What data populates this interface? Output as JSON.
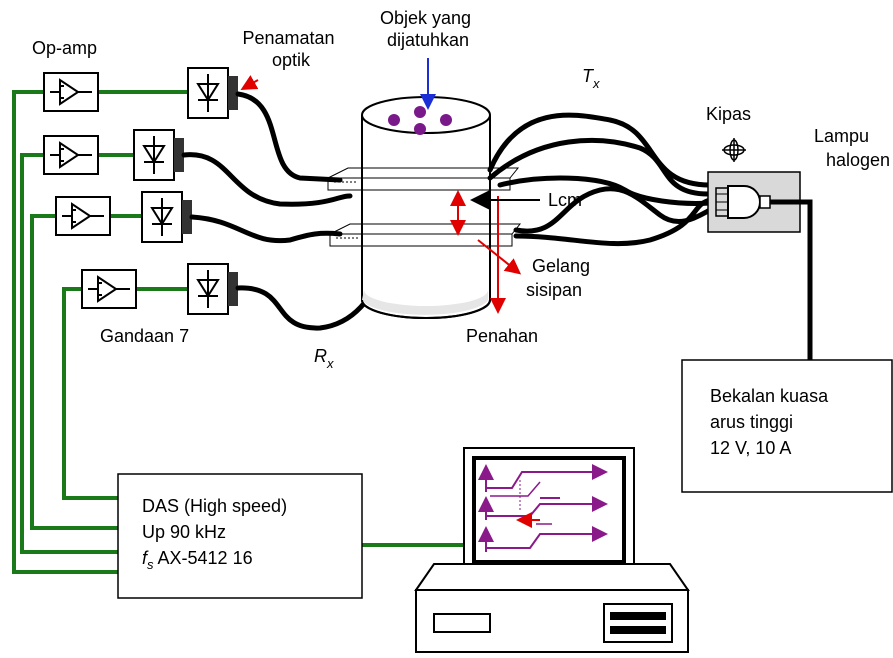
{
  "labels": {
    "op_amp": "Op-amp",
    "optical_detector": [
      "Penamatan",
      "optik"
    ],
    "dropped_object": [
      "Objek yang",
      "dijatuhkan"
    ],
    "tx": "T",
    "tx_sub": "x",
    "rx": "R",
    "rx_sub": "x",
    "fan": "Kipas",
    "halogen_lamp": [
      "Lampu",
      "halogen"
    ],
    "lcm": "Lcm",
    "insert_ring": [
      "Gelang",
      "sisipan"
    ],
    "holder": "Penahan",
    "gain": "Gandaan 7"
  },
  "power_supply": {
    "lines": [
      "Bekalan kuasa",
      "arus tinggi",
      "12 V, 10 A"
    ]
  },
  "das": {
    "line1": "DAS (High speed)",
    "line2": "Up 90 kHz",
    "line3_prefix": "f",
    "line3_sub": "s",
    "line3_rest": " AX-5412 16"
  },
  "colors": {
    "signal_wire": "#1a7a1a",
    "fiber": "#000000",
    "arrow_red": "#e00000",
    "arrow_blue": "#1c2fd6",
    "object": "#7a1a8a",
    "waveform": "#8a1a8a",
    "panel_gray": "#d9d9d9"
  }
}
